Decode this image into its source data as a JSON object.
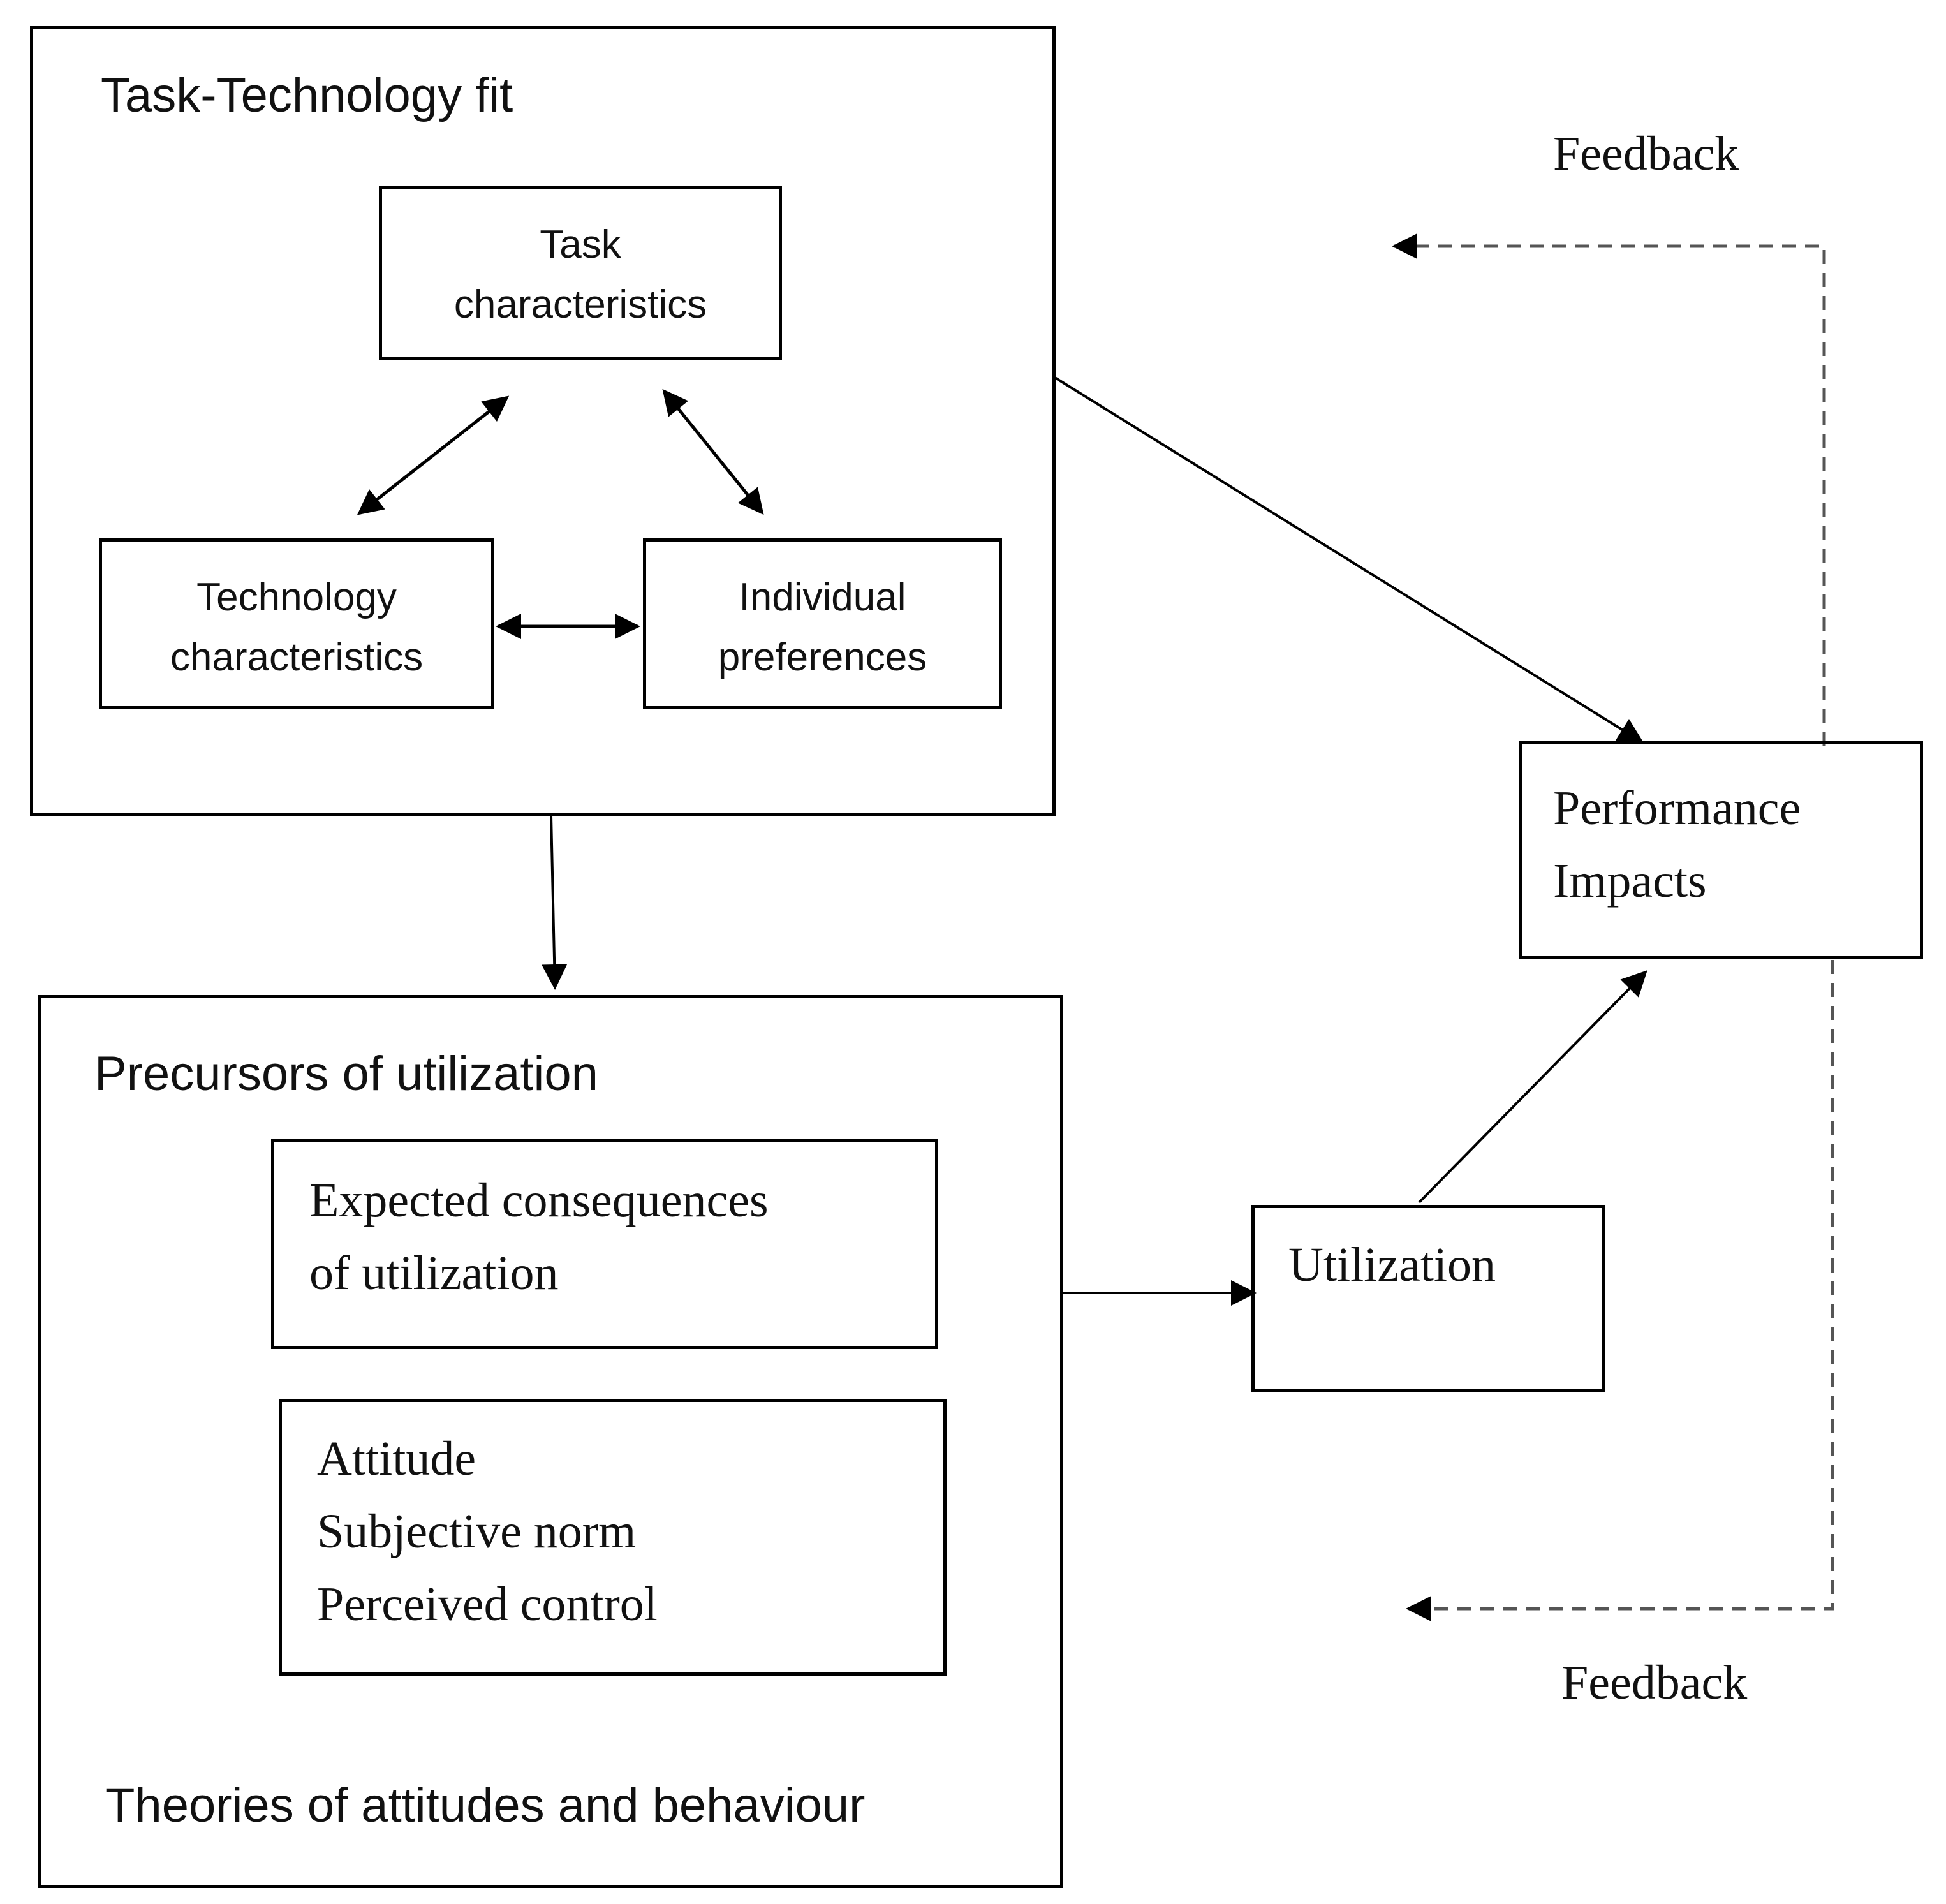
{
  "task_technology_fit": {
    "title": "Task-Technology fit",
    "task_characteristics": [
      "Task",
      "characteristics"
    ],
    "technology_characteristics": [
      "Technology",
      "characteristics"
    ],
    "individual_preferences": [
      "Individual",
      "preferences"
    ]
  },
  "precursors": {
    "title": "Precursors of utilization",
    "expected_consequences": [
      "Expected consequences",
      "of utilization"
    ],
    "attitude_items": [
      "Attitude",
      "Subjective norm",
      "Perceived control"
    ],
    "footer": "Theories of attitudes and behaviour"
  },
  "utilization": {
    "label": "Utilization"
  },
  "performance_impacts": {
    "label": [
      "Performance",
      "Impacts"
    ]
  },
  "feedback": {
    "top_label": "Feedback",
    "bottom_label": "Feedback"
  }
}
